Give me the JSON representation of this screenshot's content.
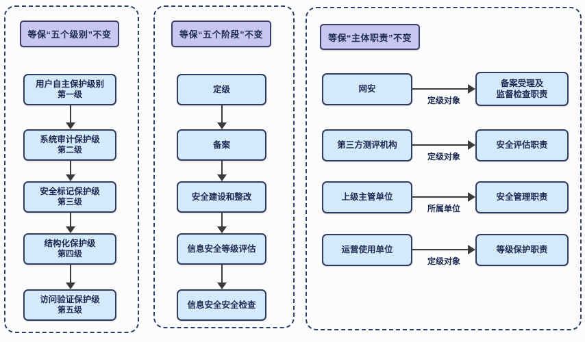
{
  "colors": {
    "header_fill": "#c9c6f2",
    "box_fill": "#d4e9fa",
    "border": "#2e3a5e",
    "panel_border": "#2c3e66",
    "arrow": "#3a3a3a",
    "text": "#1c2b52"
  },
  "panels": [
    {
      "title": "等保“五个级别”不变",
      "steps": [
        {
          "title": "用户自主保护级别",
          "subtitle": "第一级"
        },
        {
          "title": "系统审计保护级",
          "subtitle": "第二级"
        },
        {
          "title": "安全标记保护级",
          "subtitle": "第三级"
        },
        {
          "title": "结构化保护级",
          "subtitle": "第四级"
        },
        {
          "title": "访问验证保护级",
          "subtitle": "第五级"
        }
      ]
    },
    {
      "title": "等保“五个阶段”不变",
      "steps": [
        {
          "title": "定级"
        },
        {
          "title": "备案"
        },
        {
          "title": "安全建设和整改"
        },
        {
          "title": "信息安全等级评估"
        },
        {
          "title": "信息安全安全检查"
        }
      ]
    },
    {
      "title": "等保“主体职责”不变",
      "rows": [
        {
          "left": "网安",
          "label": "定级对象",
          "right": [
            "备案受理及",
            "监督检查职责"
          ]
        },
        {
          "left": "第三方测评机构",
          "label": "定级对象",
          "right": [
            "安全评估职责"
          ]
        },
        {
          "left": "上级主管单位",
          "label": "所属单位",
          "right": [
            "安全管理职责"
          ]
        },
        {
          "left": "运营使用单位",
          "label": "定级对象",
          "right": [
            "等级保护职责"
          ]
        }
      ]
    }
  ]
}
